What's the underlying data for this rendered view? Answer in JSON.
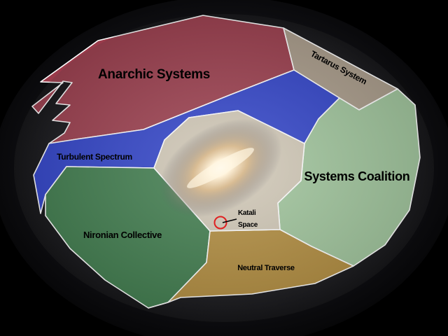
{
  "map": {
    "regions": [
      {
        "id": "anarchic",
        "label": "Anarchic Systems",
        "color": "#9a3a4a"
      },
      {
        "id": "tartarus",
        "label": "Tartarus System",
        "color": "#a89a88"
      },
      {
        "id": "turbulent",
        "label": "Turbulent Spectrum",
        "color": "#2c3fc8"
      },
      {
        "id": "coalition",
        "label": "Systems Coalition",
        "color": "#9ec49a"
      },
      {
        "id": "nironian",
        "label": "Nironian Collective",
        "color": "#3c7a4a"
      },
      {
        "id": "neutral",
        "label": "Neutral Traverse",
        "color": "#b08a3a"
      }
    ],
    "core": {
      "color": "#cfc6b4"
    },
    "marker": {
      "label_line1": "Katali",
      "label_line2": "Space",
      "ring_color": "#e02020"
    }
  }
}
